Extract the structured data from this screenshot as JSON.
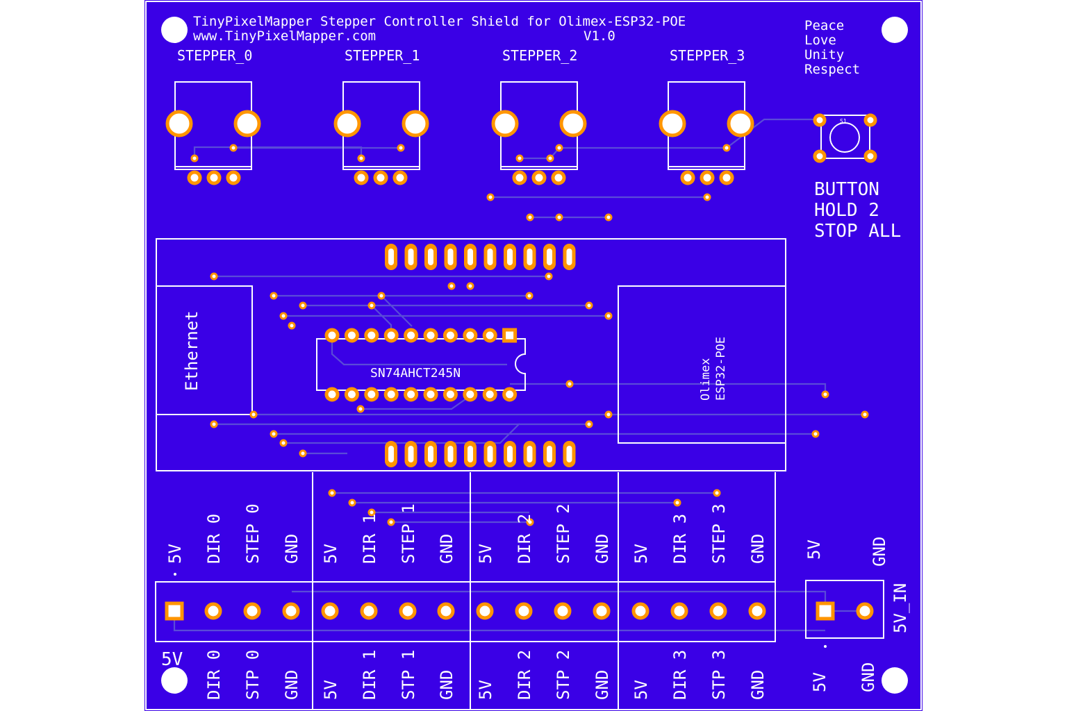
{
  "board": {
    "title": "TinyPixelMapper Stepper Controller Shield for Olimex-ESP32-POE",
    "url": "www.TinyPixelMapper.com",
    "version": "V1.0",
    "motto": [
      "Peace",
      "Love",
      "Unity",
      "Respect"
    ],
    "colors": {
      "board": "#3a00e6",
      "pad_ring": "#ff9500",
      "silkscreen": "#ffffff",
      "trace": "#5a4bd8"
    }
  },
  "steppers": [
    "STEPPER_0",
    "STEPPER_1",
    "STEPPER_2",
    "STEPPER_3"
  ],
  "button": {
    "ref": "S1",
    "lines": [
      "BUTTON",
      "HOLD 2",
      "STOP ALL"
    ]
  },
  "chip": {
    "label": "SN74AHCT245N"
  },
  "ethernet": {
    "label": "Ethernet"
  },
  "esp32": {
    "line1": "Olimex",
    "line2": "ESP32-POE"
  },
  "top_labels": [
    [
      "5V",
      "DIR 0",
      "STEP 0",
      "GND"
    ],
    [
      "5V",
      "DIR 1",
      "STEP 1",
      "GND"
    ],
    [
      "5V",
      "DIR 2",
      "STEP 2",
      "GND"
    ],
    [
      "5V",
      "DIR 3",
      "STEP 3",
      "GND"
    ]
  ],
  "bottom_labels": [
    [
      "5V",
      "DIR 0",
      "STP 0",
      "GND"
    ],
    [
      "5V",
      "DIR 1",
      "STP 1",
      "GND"
    ],
    [
      "5V",
      "DIR 2",
      "STP 2",
      "GND"
    ],
    [
      "5V",
      "DIR 3",
      "STP 3",
      "GND"
    ]
  ],
  "power_in": {
    "ref": "5V_IN",
    "top": [
      "5V",
      "GND"
    ],
    "bottom": [
      "5V",
      "GND"
    ]
  }
}
